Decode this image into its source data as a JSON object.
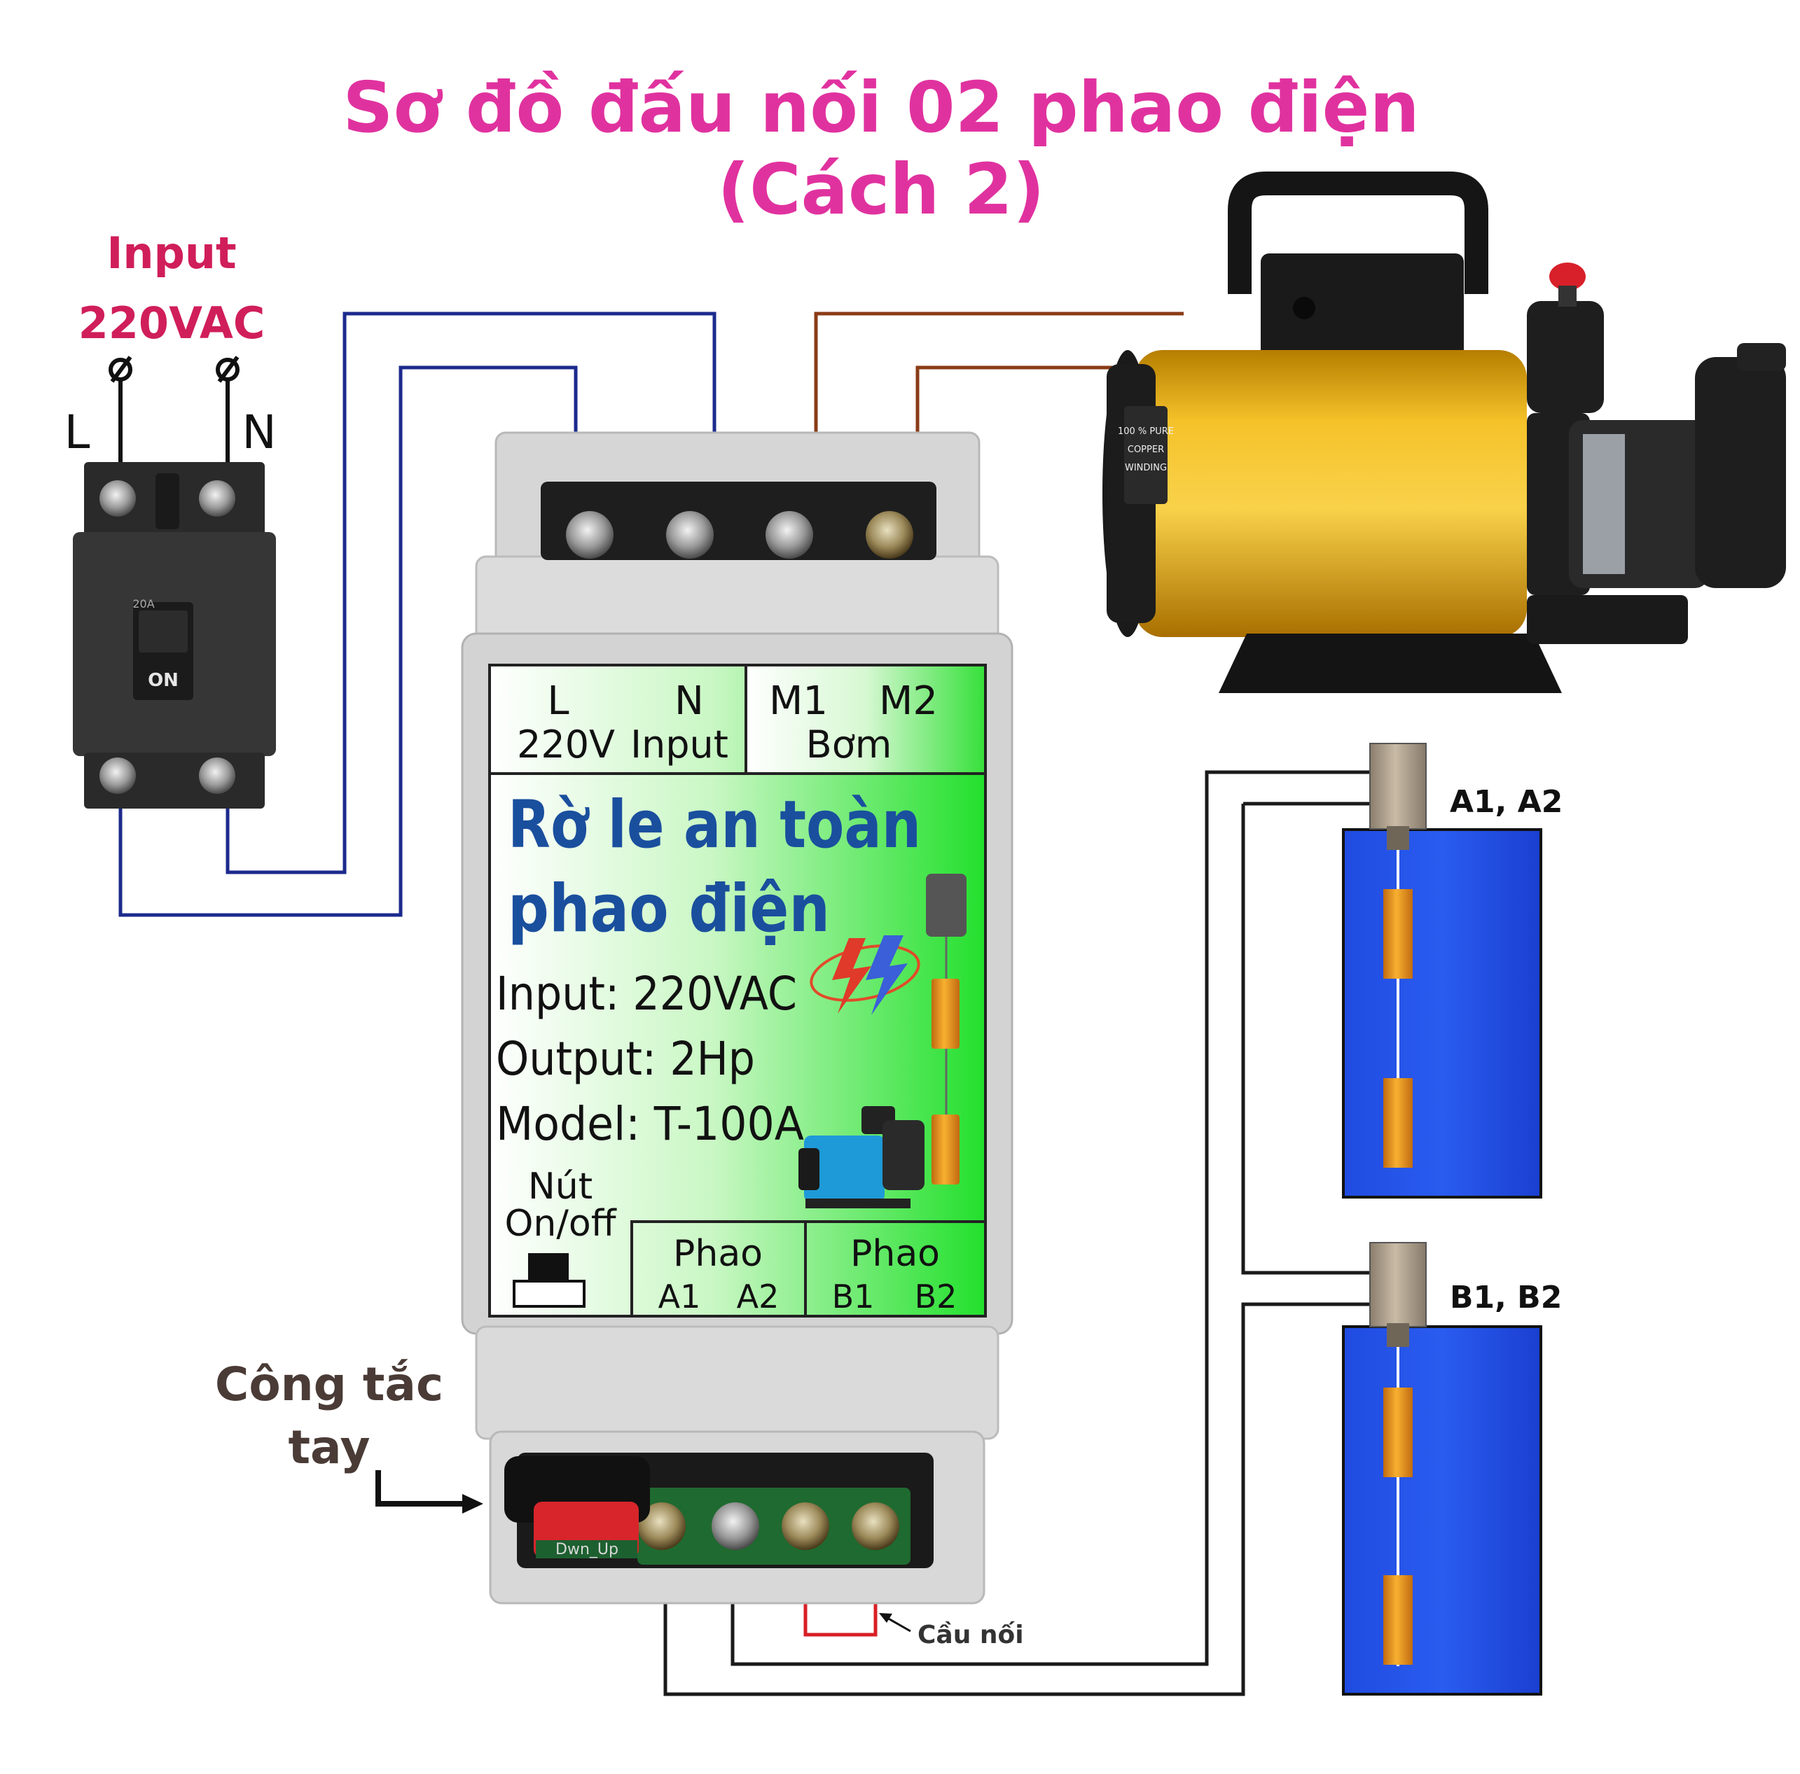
{
  "title": {
    "line1": "Sơ đồ đấu nối 02 phao điện",
    "line2": "(Cách 2)"
  },
  "breaker": {
    "input_label": "Input",
    "voltage_label": "220VAC",
    "l_label": "L",
    "n_label": "N",
    "on_label": "ON",
    "rating": "20A"
  },
  "relay": {
    "terminal_l": "L",
    "terminal_n": "N",
    "terminal_l_sub": "220V",
    "terminal_n_sub": "Input",
    "terminal_m1": "M1",
    "terminal_m2": "M2",
    "terminal_m_sub": "Bơm",
    "name_line1": "Rờ le an toàn",
    "name_line2": "phao điện",
    "spec_input": "Input: 220VAC",
    "spec_output": "Output: 2Hp",
    "spec_model": "Model:  T-100A",
    "button_line1": "Nút",
    "button_line2": "On/off",
    "float_a_label": "Phao",
    "float_a1": "A1",
    "float_a2": "A2",
    "float_b_label": "Phao",
    "float_b1": "B1",
    "float_b2": "B2",
    "switch_text": "Dwn_Up"
  },
  "pump": {
    "badge_line1": "100 % PURE",
    "badge_line2": "COPPER",
    "badge_line3": "WINDING"
  },
  "callouts": {
    "switch_line1": "Công tắc",
    "switch_line2": "tay",
    "bridge": "Cầu nối"
  },
  "tanks": {
    "a_label": "A1, A2",
    "b_label": "B1, B2"
  },
  "colors": {
    "title": "#e0329f",
    "input_label": "#d01e5a",
    "relay_title": "#1a4f9e",
    "wire_power": "#1c2a8c",
    "wire_pump": "#8a3b16",
    "wire_float": "#1a1a1a",
    "wire_bridge": "#d81f26",
    "tank": "#1f4fe6",
    "float": "#f0a020",
    "pump_body": "#f1b710"
  }
}
